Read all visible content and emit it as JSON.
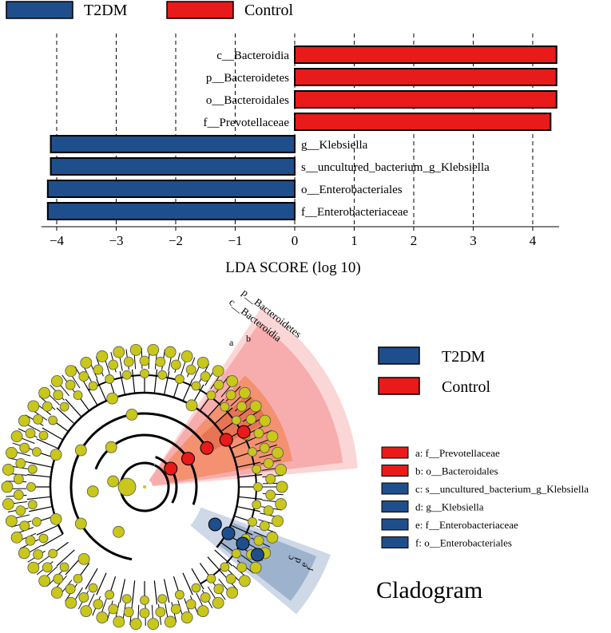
{
  "colors": {
    "t2dm": "#1f4e8c",
    "control": "#e81a1a",
    "node": "#c8c71a"
  },
  "legend_top": [
    {
      "name": "T2DM",
      "color": "#1f4e8c"
    },
    {
      "name": "Control",
      "color": "#e81a1a"
    }
  ],
  "chart_data": {
    "type": "bar",
    "orientation": "horizontal",
    "xlabel": "LDA SCORE (log 10)",
    "xlim": [
      -4.35,
      4.6
    ],
    "xticks": [
      -4,
      -3,
      -2,
      -1,
      0,
      1,
      2,
      3,
      4
    ],
    "tick_labels": [
      "−4",
      "−3",
      "−2",
      "−1",
      "0",
      "1",
      "2",
      "3",
      "4"
    ],
    "grid": "vertical-dashed",
    "legend": "top-left",
    "bars": [
      {
        "label": "c__Bacteroidia",
        "value": 4.4,
        "group": "Control"
      },
      {
        "label": "p__Bacteroidetes",
        "value": 4.4,
        "group": "Control"
      },
      {
        "label": "o__Bacteroidales",
        "value": 4.4,
        "group": "Control"
      },
      {
        "label": "f__Prevotellaceae",
        "value": 4.3,
        "group": "Control"
      },
      {
        "label": "g__Klebsiella",
        "value": -4.1,
        "group": "T2DM"
      },
      {
        "label": "s__uncultured_bacterium_g_Klebsiella",
        "value": -4.1,
        "group": "T2DM"
      },
      {
        "label": "o__Enterobacteriales",
        "value": -4.15,
        "group": "T2DM"
      },
      {
        "label": "f__Enterobacteriaceae",
        "value": -4.15,
        "group": "T2DM"
      }
    ]
  },
  "cladogram": {
    "title": "Cladogram",
    "legend_groups": [
      {
        "name": "T2DM",
        "color": "#1f4e8c"
      },
      {
        "name": "Control",
        "color": "#e81a1a"
      }
    ],
    "key": [
      {
        "text": "a: f__Prevotellaceae",
        "color": "#e81a1a"
      },
      {
        "text": "b: o__Bacteroidales",
        "color": "#e81a1a"
      },
      {
        "text": "c: s__uncultured_bacterium_g_Klebsiella",
        "color": "#1f4e8c"
      },
      {
        "text": "d: g__Klebsiella",
        "color": "#1f4e8c"
      },
      {
        "text": "e: f__Enterobacteriaceae",
        "color": "#1f4e8c"
      },
      {
        "text": "f: o__Enterobacteriales",
        "color": "#1f4e8c"
      }
    ],
    "clade_labels": [
      "p__Bacteroidetes",
      "c__Bacteroidia",
      "a",
      "b",
      "c",
      "d",
      "e",
      "f"
    ]
  }
}
